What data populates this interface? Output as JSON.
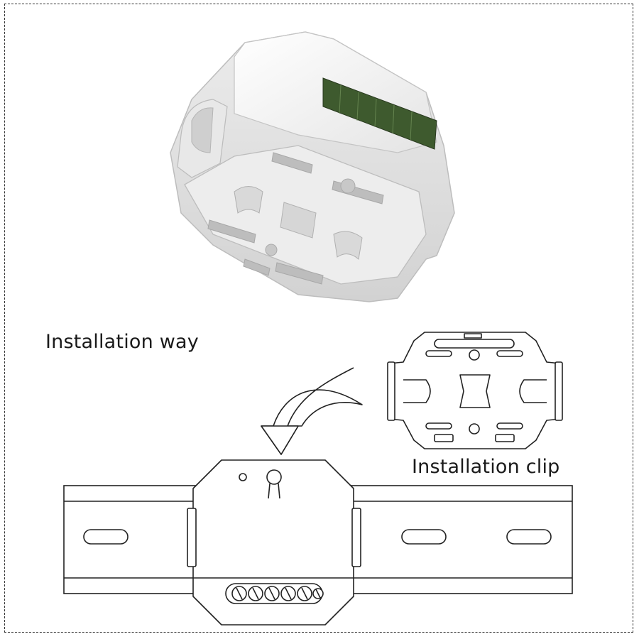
{
  "labels": {
    "installation_way": "Installation way",
    "installation_clip": "Installation clip"
  },
  "colors": {
    "line": "#222222",
    "module_white": "#f2f2f2",
    "module_shadow": "#c9c9c9",
    "terminal_green": "#3e5a2e"
  },
  "terminal_screws": 6
}
